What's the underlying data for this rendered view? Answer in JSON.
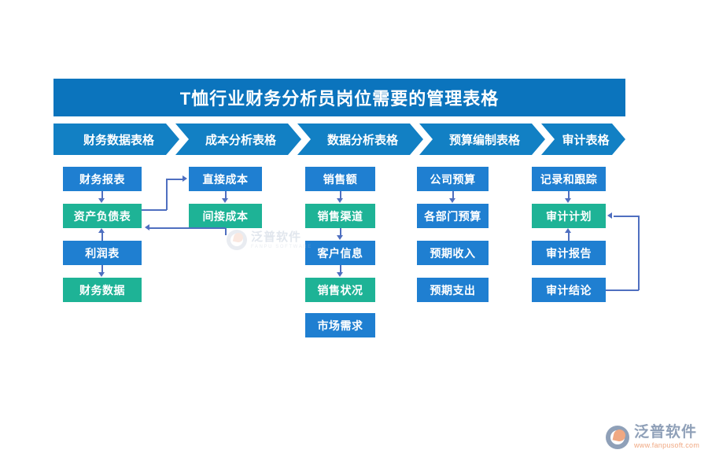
{
  "header": {
    "title": "T恤行业财务分析员岗位需要的管理表格",
    "accent_blue": "#0b74bd",
    "chevron_blue": "#1280c4"
  },
  "colors": {
    "blue": "#1f7fd1",
    "teal": "#1eb396",
    "connector": "#4f6fc0",
    "background": "#ffffff"
  },
  "categories": [
    {
      "label": "财务数据表格"
    },
    {
      "label": "成本分析表格"
    },
    {
      "label": "数据分析表格"
    },
    {
      "label": "预算编制表格"
    },
    {
      "label": "审计表格"
    }
  ],
  "columns": [
    {
      "name": "财务数据表格",
      "nodes": [
        {
          "label": "财务报表",
          "color": "blue"
        },
        {
          "label": "资产负债表",
          "color": "teal"
        },
        {
          "label": "利润表",
          "color": "blue"
        },
        {
          "label": "财务数据",
          "color": "teal"
        }
      ]
    },
    {
      "name": "成本分析表格",
      "nodes": [
        {
          "label": "直接成本",
          "color": "blue"
        },
        {
          "label": "间接成本",
          "color": "teal"
        }
      ]
    },
    {
      "name": "数据分析表格",
      "nodes": [
        {
          "label": "销售额",
          "color": "blue"
        },
        {
          "label": "销售渠道",
          "color": "teal"
        },
        {
          "label": "客户信息",
          "color": "blue"
        },
        {
          "label": "销售状况",
          "color": "teal"
        },
        {
          "label": "市场需求",
          "color": "blue"
        }
      ]
    },
    {
      "name": "预算编制表格",
      "nodes": [
        {
          "label": "公司预算",
          "color": "blue"
        },
        {
          "label": "各部门预算",
          "color": "blue"
        },
        {
          "label": "预期收入",
          "color": "blue"
        },
        {
          "label": "预期支出",
          "color": "blue"
        }
      ]
    },
    {
      "name": "审计表格",
      "nodes": [
        {
          "label": "记录和跟踪",
          "color": "blue"
        },
        {
          "label": "审计计划",
          "color": "teal"
        },
        {
          "label": "审计报告",
          "color": "blue"
        },
        {
          "label": "审计结论",
          "color": "blue"
        }
      ]
    }
  ],
  "watermark": {
    "cn": "泛普软件",
    "en": "FANPU SOFTWARE"
  },
  "logo": {
    "cn": "泛普软件",
    "url": "www.fanpusoft.com"
  }
}
